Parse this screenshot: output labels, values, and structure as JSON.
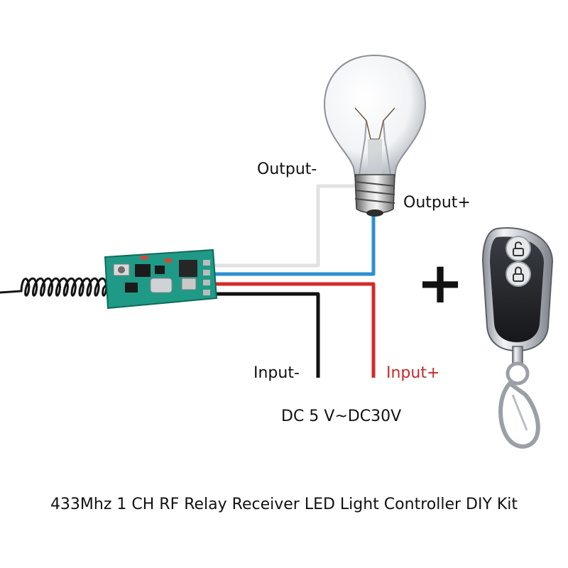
{
  "labels": {
    "output_minus": "Output-",
    "output_plus": "Output+",
    "input_minus": "Input-",
    "input_plus": "Input+",
    "voltage": "DC  5  V~DC30V",
    "plus_sign": "+",
    "caption": "433Mhz 1 CH RF Relay Receiver LED Light Controller DIY Kit"
  },
  "colors": {
    "wire_white": "#e2e2e2",
    "wire_blue": "#2e8fd0",
    "wire_red": "#d42a2a",
    "wire_black": "#111111",
    "pcb": "#1f9a86",
    "input_plus_text": "#c62828",
    "text": "#111111"
  },
  "icons": {
    "bulb": "light-bulb-icon",
    "remote": "remote-control-icon",
    "unlock_button": "unlock-icon",
    "lock_button": "lock-icon"
  }
}
